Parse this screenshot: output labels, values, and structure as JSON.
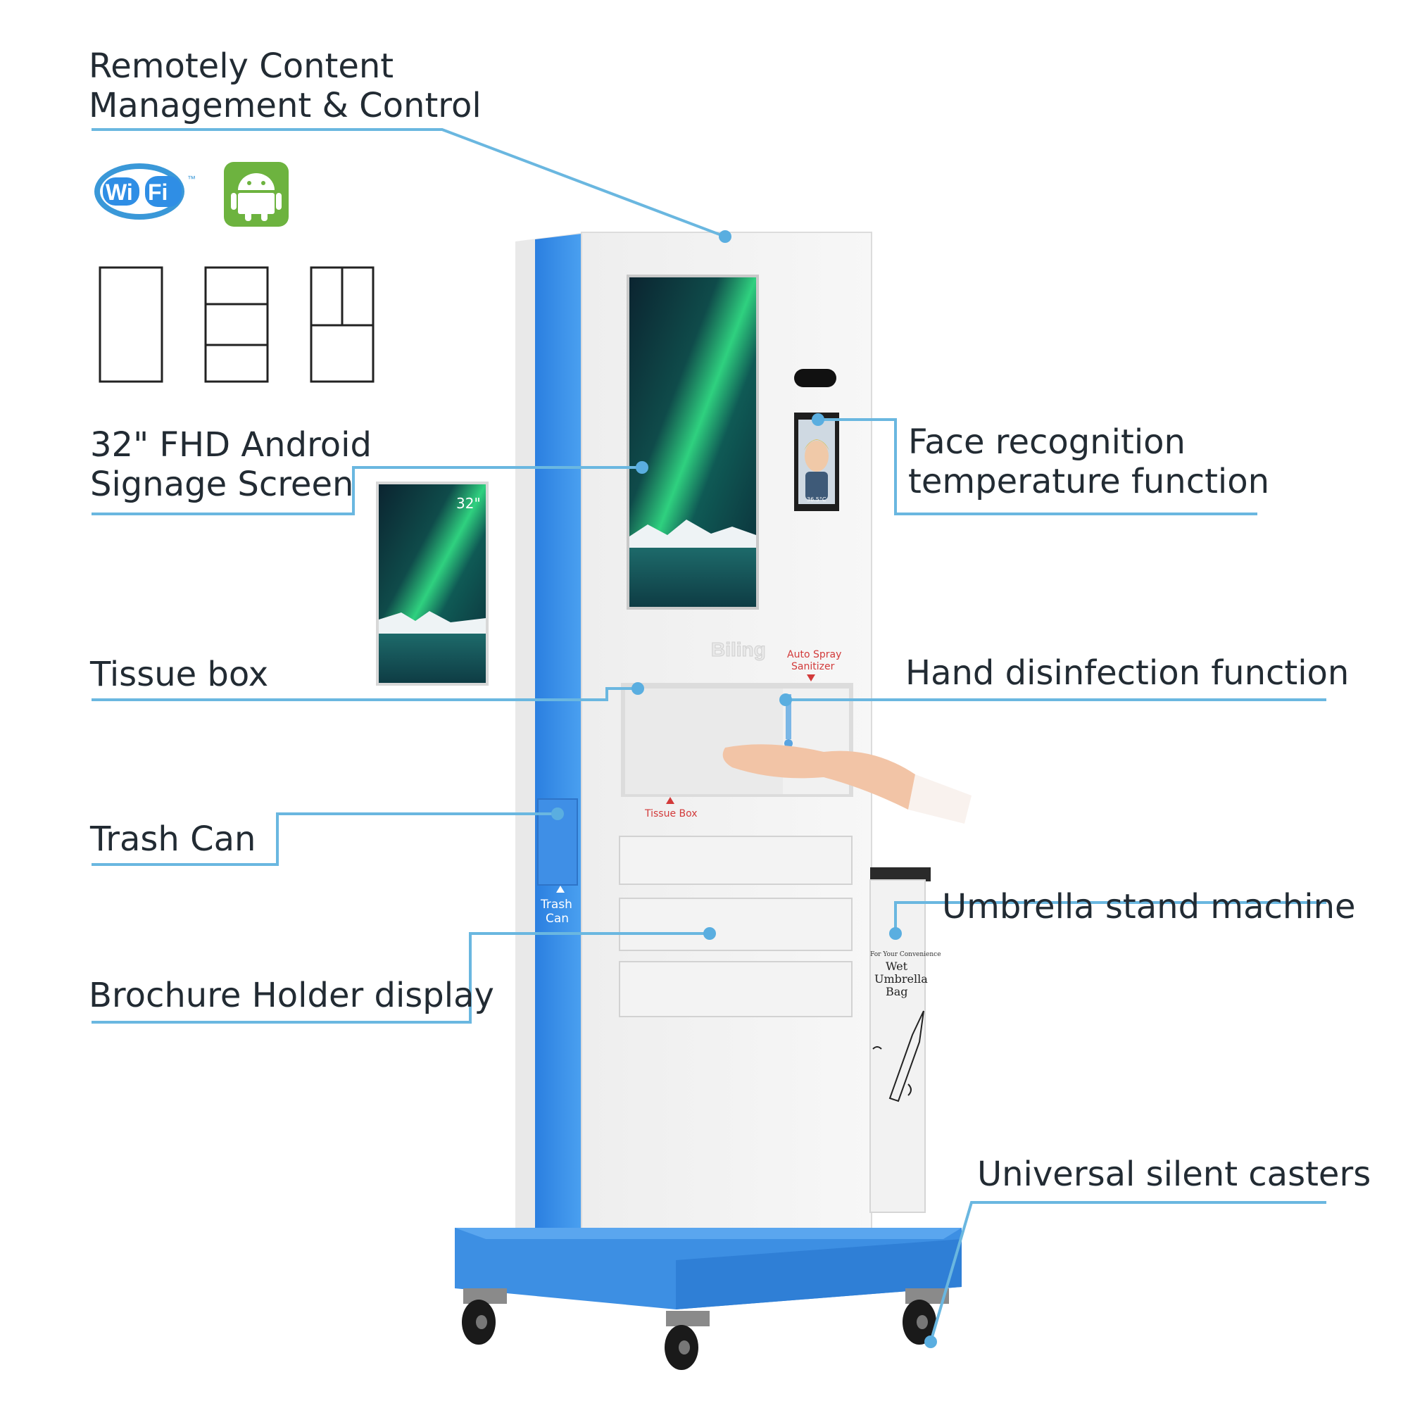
{
  "labels": {
    "remote_line1": "Remotely Content",
    "remote_line2": "Management & Control",
    "screen_line1": "32\" FHD Android",
    "screen_line2": "Signage Screen",
    "tissue": "Tissue box",
    "trash": "Trash Can",
    "brochure": "Brochure Holder display",
    "face_line1": "Face recognition",
    "face_line2": "temperature function",
    "hand": "Hand disinfection function",
    "umbrella": "Umbrella stand machine",
    "casters": "Universal silent casters"
  },
  "device": {
    "brand": "Biling",
    "screen_size": "32\"",
    "sanitizer_line1": "Auto Spray",
    "sanitizer_line2": "Sanitizer",
    "tissue_label": "Tissue Box",
    "trash_line1": "Trash",
    "trash_line2": "Can",
    "umbrella_line1": "For Your Convenience",
    "umbrella_line2": "Wet",
    "umbrella_line3": "Umbrella",
    "umbrella_line4": "Bag",
    "face_temp": "36.5°C"
  },
  "icons": {
    "wifi_text": "Wi Fi",
    "wifi_tm": "™"
  },
  "colors": {
    "accent_blue": "#2f8ee5",
    "leader_line": "#6ab7e0",
    "android_green": "#6db33f"
  }
}
